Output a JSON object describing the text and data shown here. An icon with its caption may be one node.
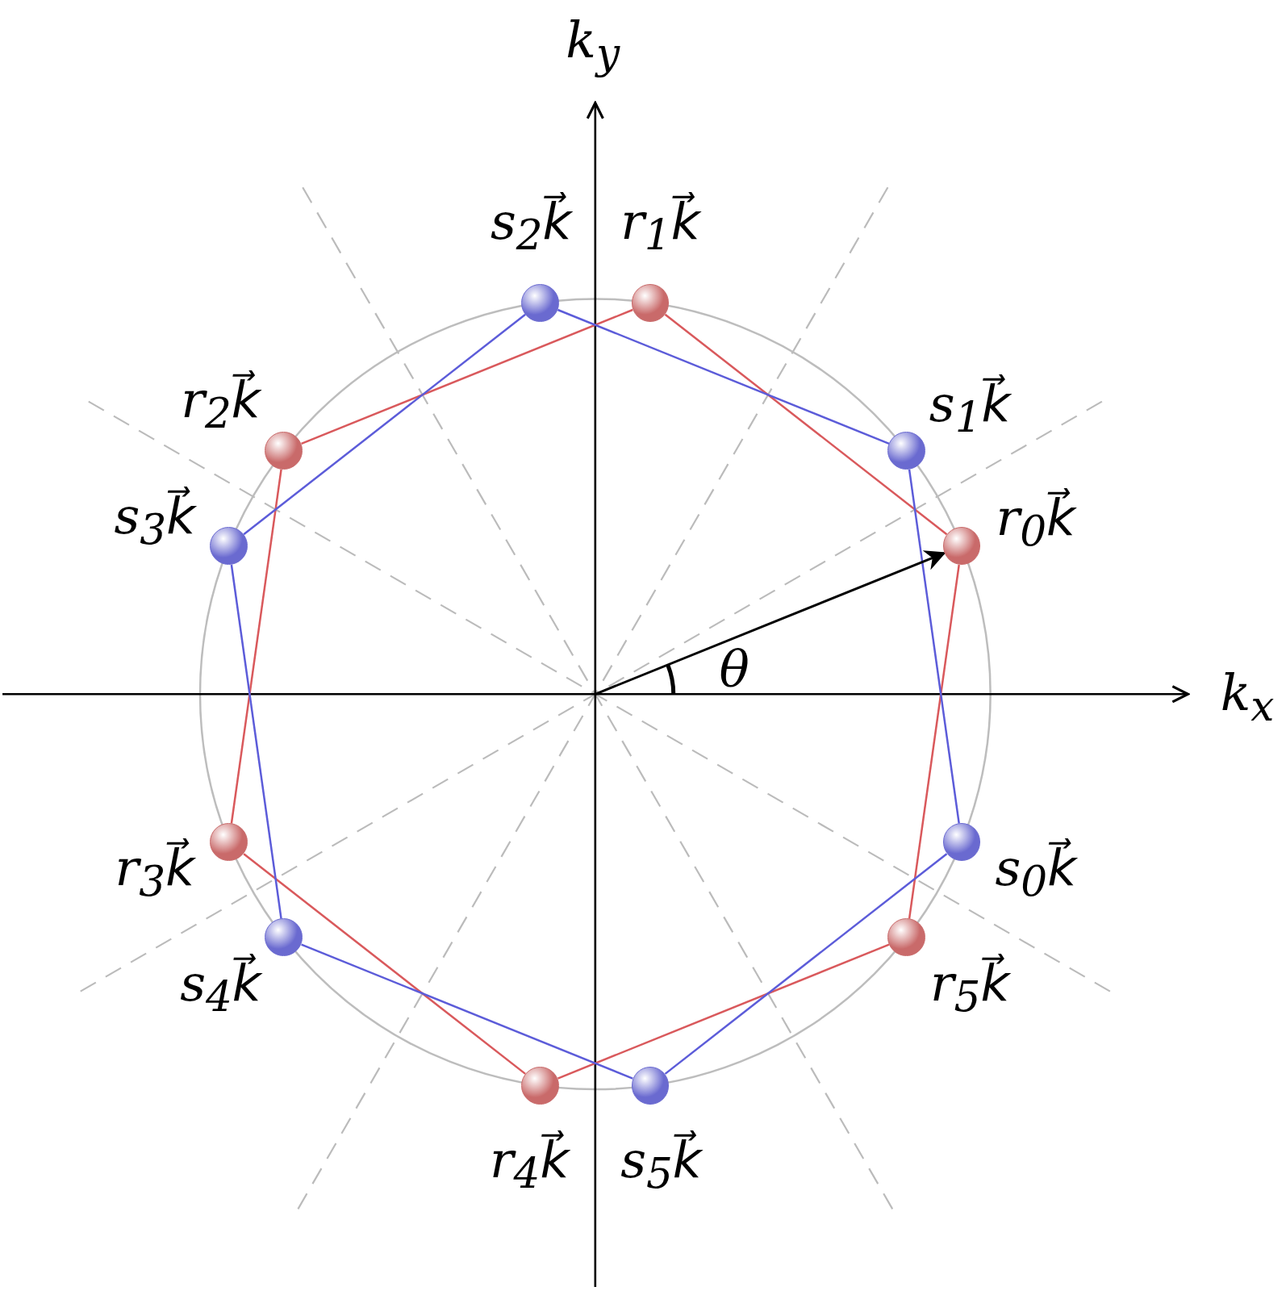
{
  "diagram": {
    "nodes": [
      {
        "text": [],
        "shape": "circle",
        "beside": [
          "r$_{0}$k⃗"
        ]
      },
      {
        "text": [],
        "shape": "circle",
        "beside": [
          "r$_{1}$k⃗"
        ]
      },
      {
        "text": [],
        "shape": "circle",
        "beside": [
          "r$_{2}$k⃗"
        ]
      },
      {
        "text": [],
        "shape": "circle",
        "beside": [
          "r$_{3}$k⃗"
        ]
      },
      {
        "text": [],
        "shape": "circle",
        "beside": [
          "r$_{4}$k⃗"
        ]
      },
      {
        "text": [],
        "shape": "circle",
        "beside": [
          "r$_{5}$k⃗"
        ]
      },
      {
        "text": [],
        "shape": "circle",
        "beside": [
          "s$_{0}$k⃗"
        ]
      },
      {
        "text": [],
        "shape": "circle",
        "beside": [
          "s$_{1}$k⃗"
        ]
      },
      {
        "text": [],
        "shape": "circle",
        "beside": [
          "s$_{2}$k⃗"
        ]
      },
      {
        "text": [],
        "shape": "circle",
        "beside": [
          "s$_{3}$k⃗"
        ]
      },
      {
        "text": [],
        "shape": "circle",
        "beside": [
          "s$_{4}$k⃗"
        ]
      },
      {
        "text": [],
        "shape": "circle",
        "beside": [
          "s$_{5}$k⃗"
        ]
      }
    ],
    "edges": [
      {
        "from": 0,
        "to": 1,
        "arrow": "none",
        "color": "#d9595c"
      },
      {
        "from": 1,
        "to": 2,
        "arrow": "none",
        "color": "#d9595c"
      },
      {
        "from": 2,
        "to": 3,
        "arrow": "none",
        "color": "#d9595c"
      },
      {
        "from": 3,
        "to": 4,
        "arrow": "none",
        "color": "#d9595c"
      },
      {
        "from": 4,
        "to": 5,
        "arrow": "none",
        "color": "#d9595c"
      },
      {
        "from": 5,
        "to": 0,
        "arrow": "none",
        "color": "#d9595c"
      },
      {
        "from": 6,
        "to": 7,
        "arrow": "none",
        "color": "#5c5cd9"
      },
      {
        "from": 7,
        "to": 8,
        "arrow": "none",
        "color": "#5c5cd9"
      },
      {
        "from": 8,
        "to": 9,
        "arrow": "none",
        "color": "#5c5cd9"
      },
      {
        "from": 9,
        "to": 10,
        "arrow": "none",
        "color": "#5c5cd9"
      },
      {
        "from": 10,
        "to": 11,
        "arrow": "none",
        "color": "#5c5cd9"
      },
      {
        "from": 11,
        "to": 6,
        "arrow": "none",
        "color": "#5c5cd9"
      },
      {
        "from": null,
        "to": 0,
        "arrow": "to",
        "color": "#000000"
      }
    ],
    "labels": [
      "k$_{y}$",
      "k$_{x}$",
      "θ"
    ]
  }
}
